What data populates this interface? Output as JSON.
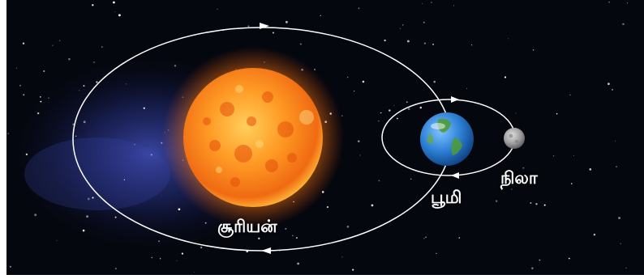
{
  "labels": {
    "sun": "சூரியன்",
    "earth": "பூமி",
    "moon": "நிலா"
  },
  "colors": {
    "space": "#05070f",
    "nebula": "#2a3a8f",
    "sun_core": "#ff8a1c",
    "sun_glow": "#ffb02e",
    "orbit": "#ffffff",
    "earth_ocean": "#2c7fd4",
    "earth_land": "#4f9a3b",
    "moon": "#9a9a9a",
    "label_text": "#ffffff"
  }
}
